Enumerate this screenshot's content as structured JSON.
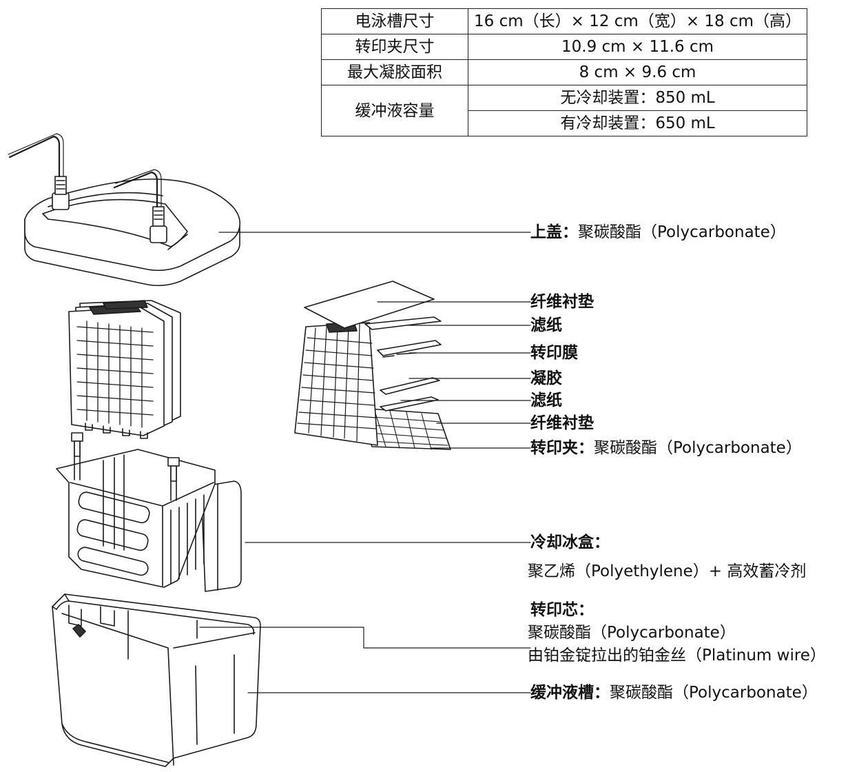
{
  "spec_table": {
    "rows": [
      {
        "key": "电泳槽尺寸",
        "value": "16 cm（长）× 12 cm（宽）× 18 cm（高）"
      },
      {
        "key": "转印夹尺寸",
        "value": "10.9 cm × 11.6 cm"
      },
      {
        "key": "最大凝胶面积",
        "value": "8 cm × 9.6 cm"
      }
    ],
    "buffer": {
      "key": "缓冲液容量",
      "values": [
        "无冷却装置：850 mL",
        "有冷却装置：650 mL"
      ]
    }
  },
  "labels": {
    "lid": {
      "name": "上盖：",
      "desc": "聚碳酸酯（Polycarbonate）"
    },
    "fiber_pad_1": "纤维衬垫",
    "filter_paper_1": "滤纸",
    "membrane": "转印膜",
    "gel": "凝胶",
    "filter_paper_2": "滤纸",
    "fiber_pad_2": "纤维衬垫",
    "cassette": {
      "name": "转印夹：",
      "desc": "聚碳酸酯（Polycarbonate）"
    },
    "cooling_unit": {
      "name": "冷却冰盒：",
      "desc": "聚乙烯（Polyethylene）+ 高效蓄冷剂"
    },
    "core": {
      "name": "转印芯：",
      "desc1": "聚碳酸酯（Polycarbonate）",
      "desc2": "由铂金锭拉出的铂金丝（Platinum wire）"
    },
    "tank": {
      "name": "缓冲液槽：",
      "desc": "聚碳酸酯（Polycarbonate）"
    }
  }
}
